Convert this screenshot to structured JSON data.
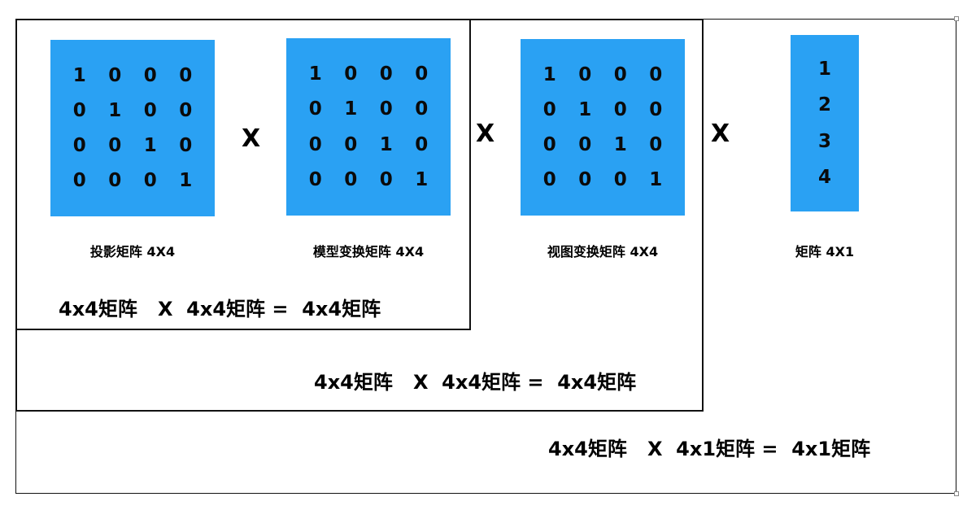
{
  "matrices": [
    {
      "caption": "投影矩阵 4X4",
      "rows": [
        [
          "1",
          "0",
          "0",
          "0"
        ],
        [
          "0",
          "1",
          "0",
          "0"
        ],
        [
          "0",
          "0",
          "1",
          "0"
        ],
        [
          "0",
          "0",
          "0",
          "1"
        ]
      ]
    },
    {
      "caption": "模型变换矩阵 4X4",
      "rows": [
        [
          "1",
          "0",
          "0",
          "0"
        ],
        [
          "0",
          "1",
          "0",
          "0"
        ],
        [
          "0",
          "0",
          "1",
          "0"
        ],
        [
          "0",
          "0",
          "0",
          "1"
        ]
      ]
    },
    {
      "caption": "视图变换矩阵 4X4",
      "rows": [
        [
          "1",
          "0",
          "0",
          "0"
        ],
        [
          "0",
          "1",
          "0",
          "0"
        ],
        [
          "0",
          "0",
          "1",
          "0"
        ],
        [
          "0",
          "0",
          "0",
          "1"
        ]
      ]
    }
  ],
  "vector": {
    "caption": "矩阵 4X1",
    "values": [
      "1",
      "2",
      "3",
      "4"
    ]
  },
  "operators": [
    "X",
    "X",
    "X"
  ],
  "equations": [
    "4x4矩阵   X  4x4矩阵 =  4x4矩阵",
    "4x4矩阵   X  4x4矩阵 =  4x4矩阵",
    "4x4矩阵   X  4x1矩阵 =  4x1矩阵"
  ],
  "colors": {
    "matrix_fill": "#2aa1f3",
    "frame": "#111111"
  }
}
